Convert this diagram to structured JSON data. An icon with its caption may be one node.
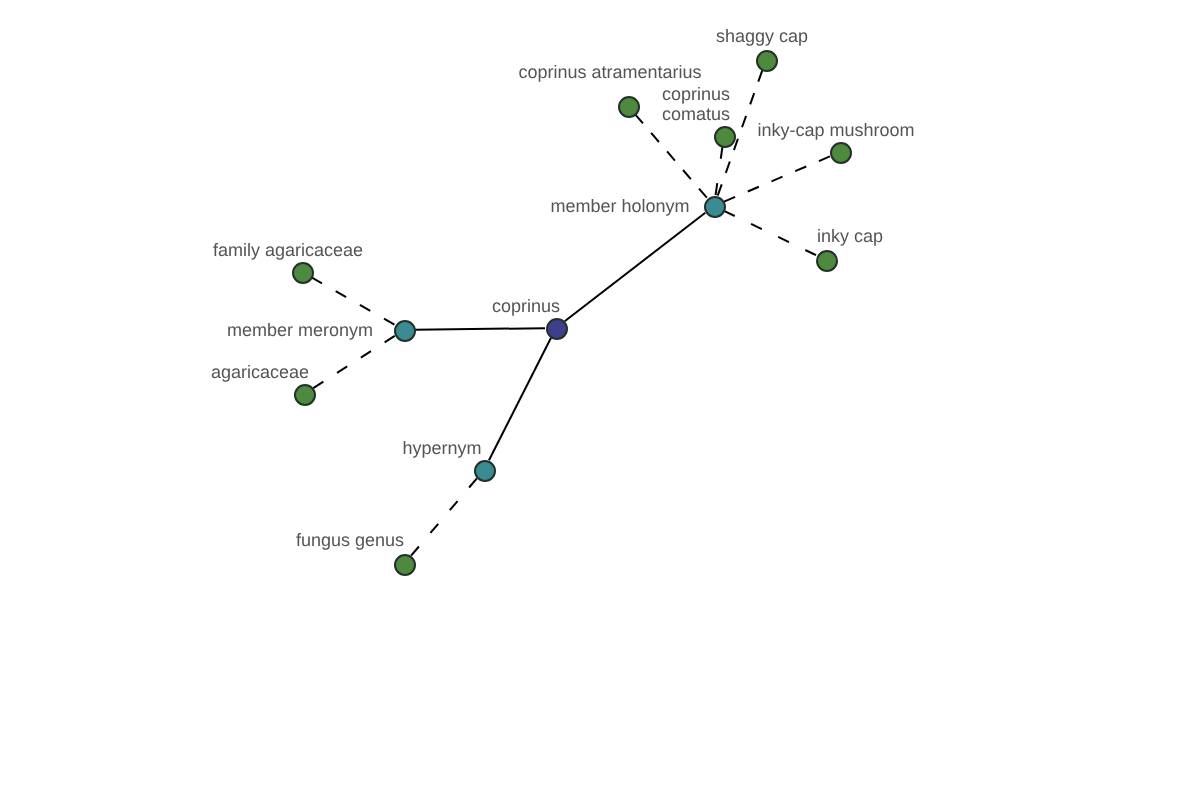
{
  "diagram": {
    "nodes": [
      {
        "text": [],
        "shape": "circle",
        "beside": [
          "shaggy cap"
        ]
      },
      {
        "text": [],
        "shape": "circle",
        "beside": [
          "coprinus atramentarius"
        ]
      },
      {
        "text": [],
        "shape": "circle",
        "beside": [
          "coprinus comatus"
        ]
      },
      {
        "text": [],
        "shape": "circle",
        "beside": [
          "inky-cap mushroom"
        ]
      },
      {
        "text": [],
        "shape": "circle",
        "beside": [
          "member holonym"
        ]
      },
      {
        "text": [],
        "shape": "circle",
        "beside": [
          "inky cap"
        ]
      },
      {
        "text": [],
        "shape": "circle",
        "beside": [
          "family agaricaceae"
        ]
      },
      {
        "text": [],
        "shape": "circle",
        "beside": [
          "member meronym"
        ]
      },
      {
        "text": [],
        "shape": "circle",
        "beside": [
          "coprinus"
        ]
      },
      {
        "text": [],
        "shape": "circle",
        "beside": [
          "agaricaceae"
        ]
      },
      {
        "text": [],
        "shape": "circle",
        "beside": [
          "hypernym"
        ]
      },
      {
        "text": [],
        "shape": "circle",
        "beside": [
          "fungus genus"
        ]
      }
    ],
    "edges": [
      {
        "from": 8,
        "to": 4,
        "arrow": "none"
      },
      {
        "from": 8,
        "to": 7,
        "arrow": "none"
      },
      {
        "from": 8,
        "to": 10,
        "arrow": "none"
      },
      {
        "from": 4,
        "to": 0,
        "arrow": "none",
        "style": "dashed"
      },
      {
        "from": 4,
        "to": 1,
        "arrow": "none",
        "style": "dashed"
      },
      {
        "from": 4,
        "to": 2,
        "arrow": "none",
        "style": "dashed"
      },
      {
        "from": 4,
        "to": 3,
        "arrow": "none",
        "style": "dashed"
      },
      {
        "from": 4,
        "to": 5,
        "arrow": "none",
        "style": "dashed"
      },
      {
        "from": 7,
        "to": 6,
        "arrow": "none",
        "style": "dashed"
      },
      {
        "from": 7,
        "to": 9,
        "arrow": "none",
        "style": "dashed"
      },
      {
        "from": 10,
        "to": 11,
        "arrow": "none",
        "style": "dashed"
      }
    ]
  }
}
